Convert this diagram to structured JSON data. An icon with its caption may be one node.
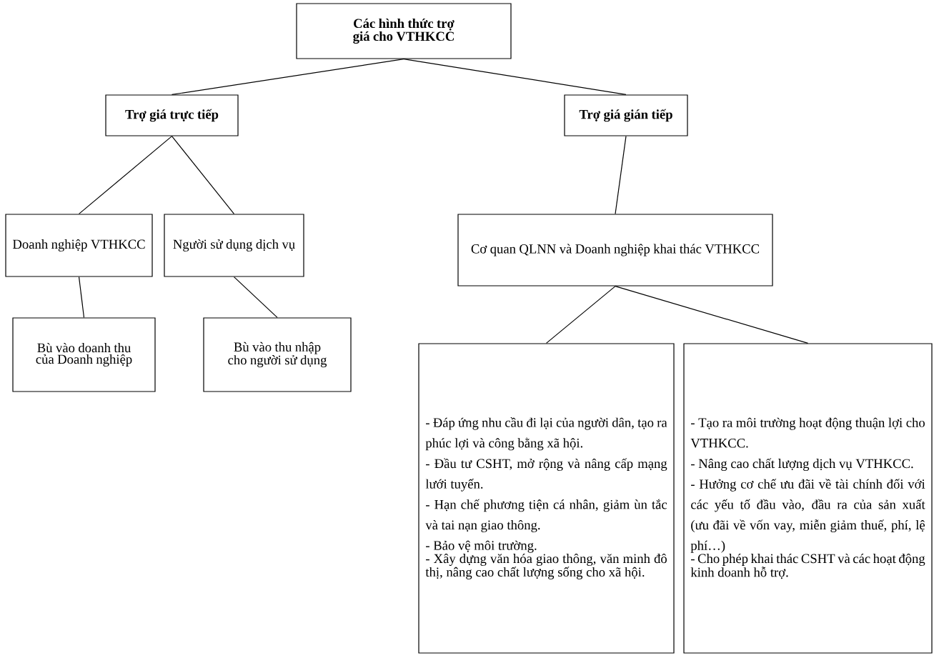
{
  "diagram": {
    "nodes": [
      {
        "text": [
          "Các hình thức trợ giá cho VTHKCC"
        ]
      },
      {
        "text": [
          "Trợ giá trực tiếp"
        ]
      },
      {
        "text": [
          "Trợ giá gián tiếp"
        ]
      },
      {
        "text": [
          "Doanh nghiệp VTHKCC"
        ]
      },
      {
        "text": [
          "Người sử dụng dịch vụ"
        ]
      },
      {
        "text": [
          "Cơ quan QLNN và Doanh nghiệp khai thác VTHKCC"
        ]
      },
      {
        "text": [
          "Bù vào doanh thu của Doanh nghiệp"
        ]
      },
      {
        "text": [
          "Bù vào thu nhập cho người sử dụng"
        ]
      },
      {
        "text": [
          "- Đáp ứng nhu cầu đi lại của người dân, tạo ra phúc lợi và công bằng xã hội.",
          "- Đầu tư CSHT, mở rộng và nâng cấp mạng lưới tuyến.",
          "- Hạn chế phương tiện cá nhân, giảm ùn tắc và tai nạn giao thông.",
          "- Bảo vệ môi trường.",
          "- Xây dựng văn hóa giao thông, văn minh đô thị, nâng cao chất lượng sống cho xã hội."
        ]
      },
      {
        "text": [
          "- Tạo ra môi trường hoạt động thuận lợi cho VTHKCC.",
          "- Nâng cao chất lượng dịch vụ VTHKCC.",
          "- Hưởng cơ chế ưu đãi về tài chính đối với các yếu tố đầu vào, đầu ra của sản xuất (ưu đãi về vốn vay, miễn giảm thuế, phí, lệ phí…)",
          "- Cho phép khai thác CSHT và các hoạt động kinh doanh hỗ trợ."
        ]
      }
    ],
    "edges": [
      {
        "from": 0,
        "to": 1,
        "arrow": "none"
      },
      {
        "from": 0,
        "to": 2,
        "arrow": "none"
      },
      {
        "from": 1,
        "to": 3,
        "arrow": "none"
      },
      {
        "from": 1,
        "to": 4,
        "arrow": "none"
      },
      {
        "from": 2,
        "to": 5,
        "arrow": "none"
      },
      {
        "from": 3,
        "to": 6,
        "arrow": "none"
      },
      {
        "from": 4,
        "to": 7,
        "arrow": "none"
      },
      {
        "from": 5,
        "to": 8,
        "arrow": "none"
      },
      {
        "from": 5,
        "to": 9,
        "arrow": "none"
      }
    ]
  }
}
